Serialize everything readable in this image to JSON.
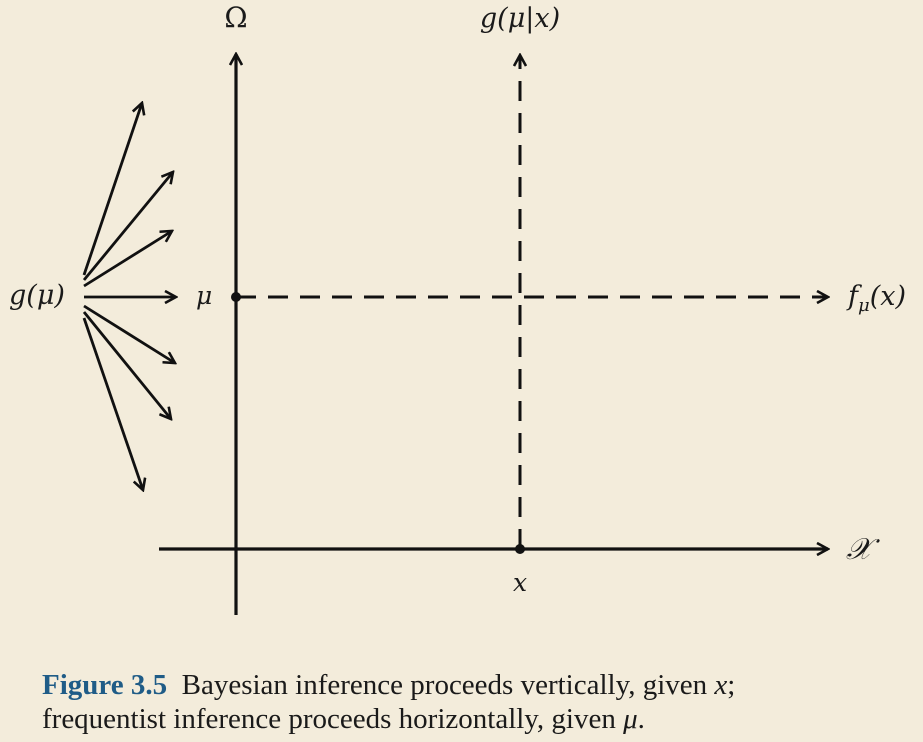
{
  "diagram": {
    "labels": {
      "omega": "Ω",
      "posterior": "g(μ|x)",
      "prior": "g(μ)",
      "mu": "μ",
      "likelihood_f": "f",
      "likelihood_sub": "μ",
      "likelihood_arg": "(x)",
      "sample_space": "𝒳",
      "x": "x"
    }
  },
  "caption": {
    "label": "Figure 3.5",
    "line1_text": "Bayesian inference proceeds vertically, given ",
    "line1_var": "x",
    "line1_end": ";",
    "line2_text": "frequentist inference proceeds horizontally, given ",
    "line2_var": "μ",
    "line2_end": "."
  }
}
